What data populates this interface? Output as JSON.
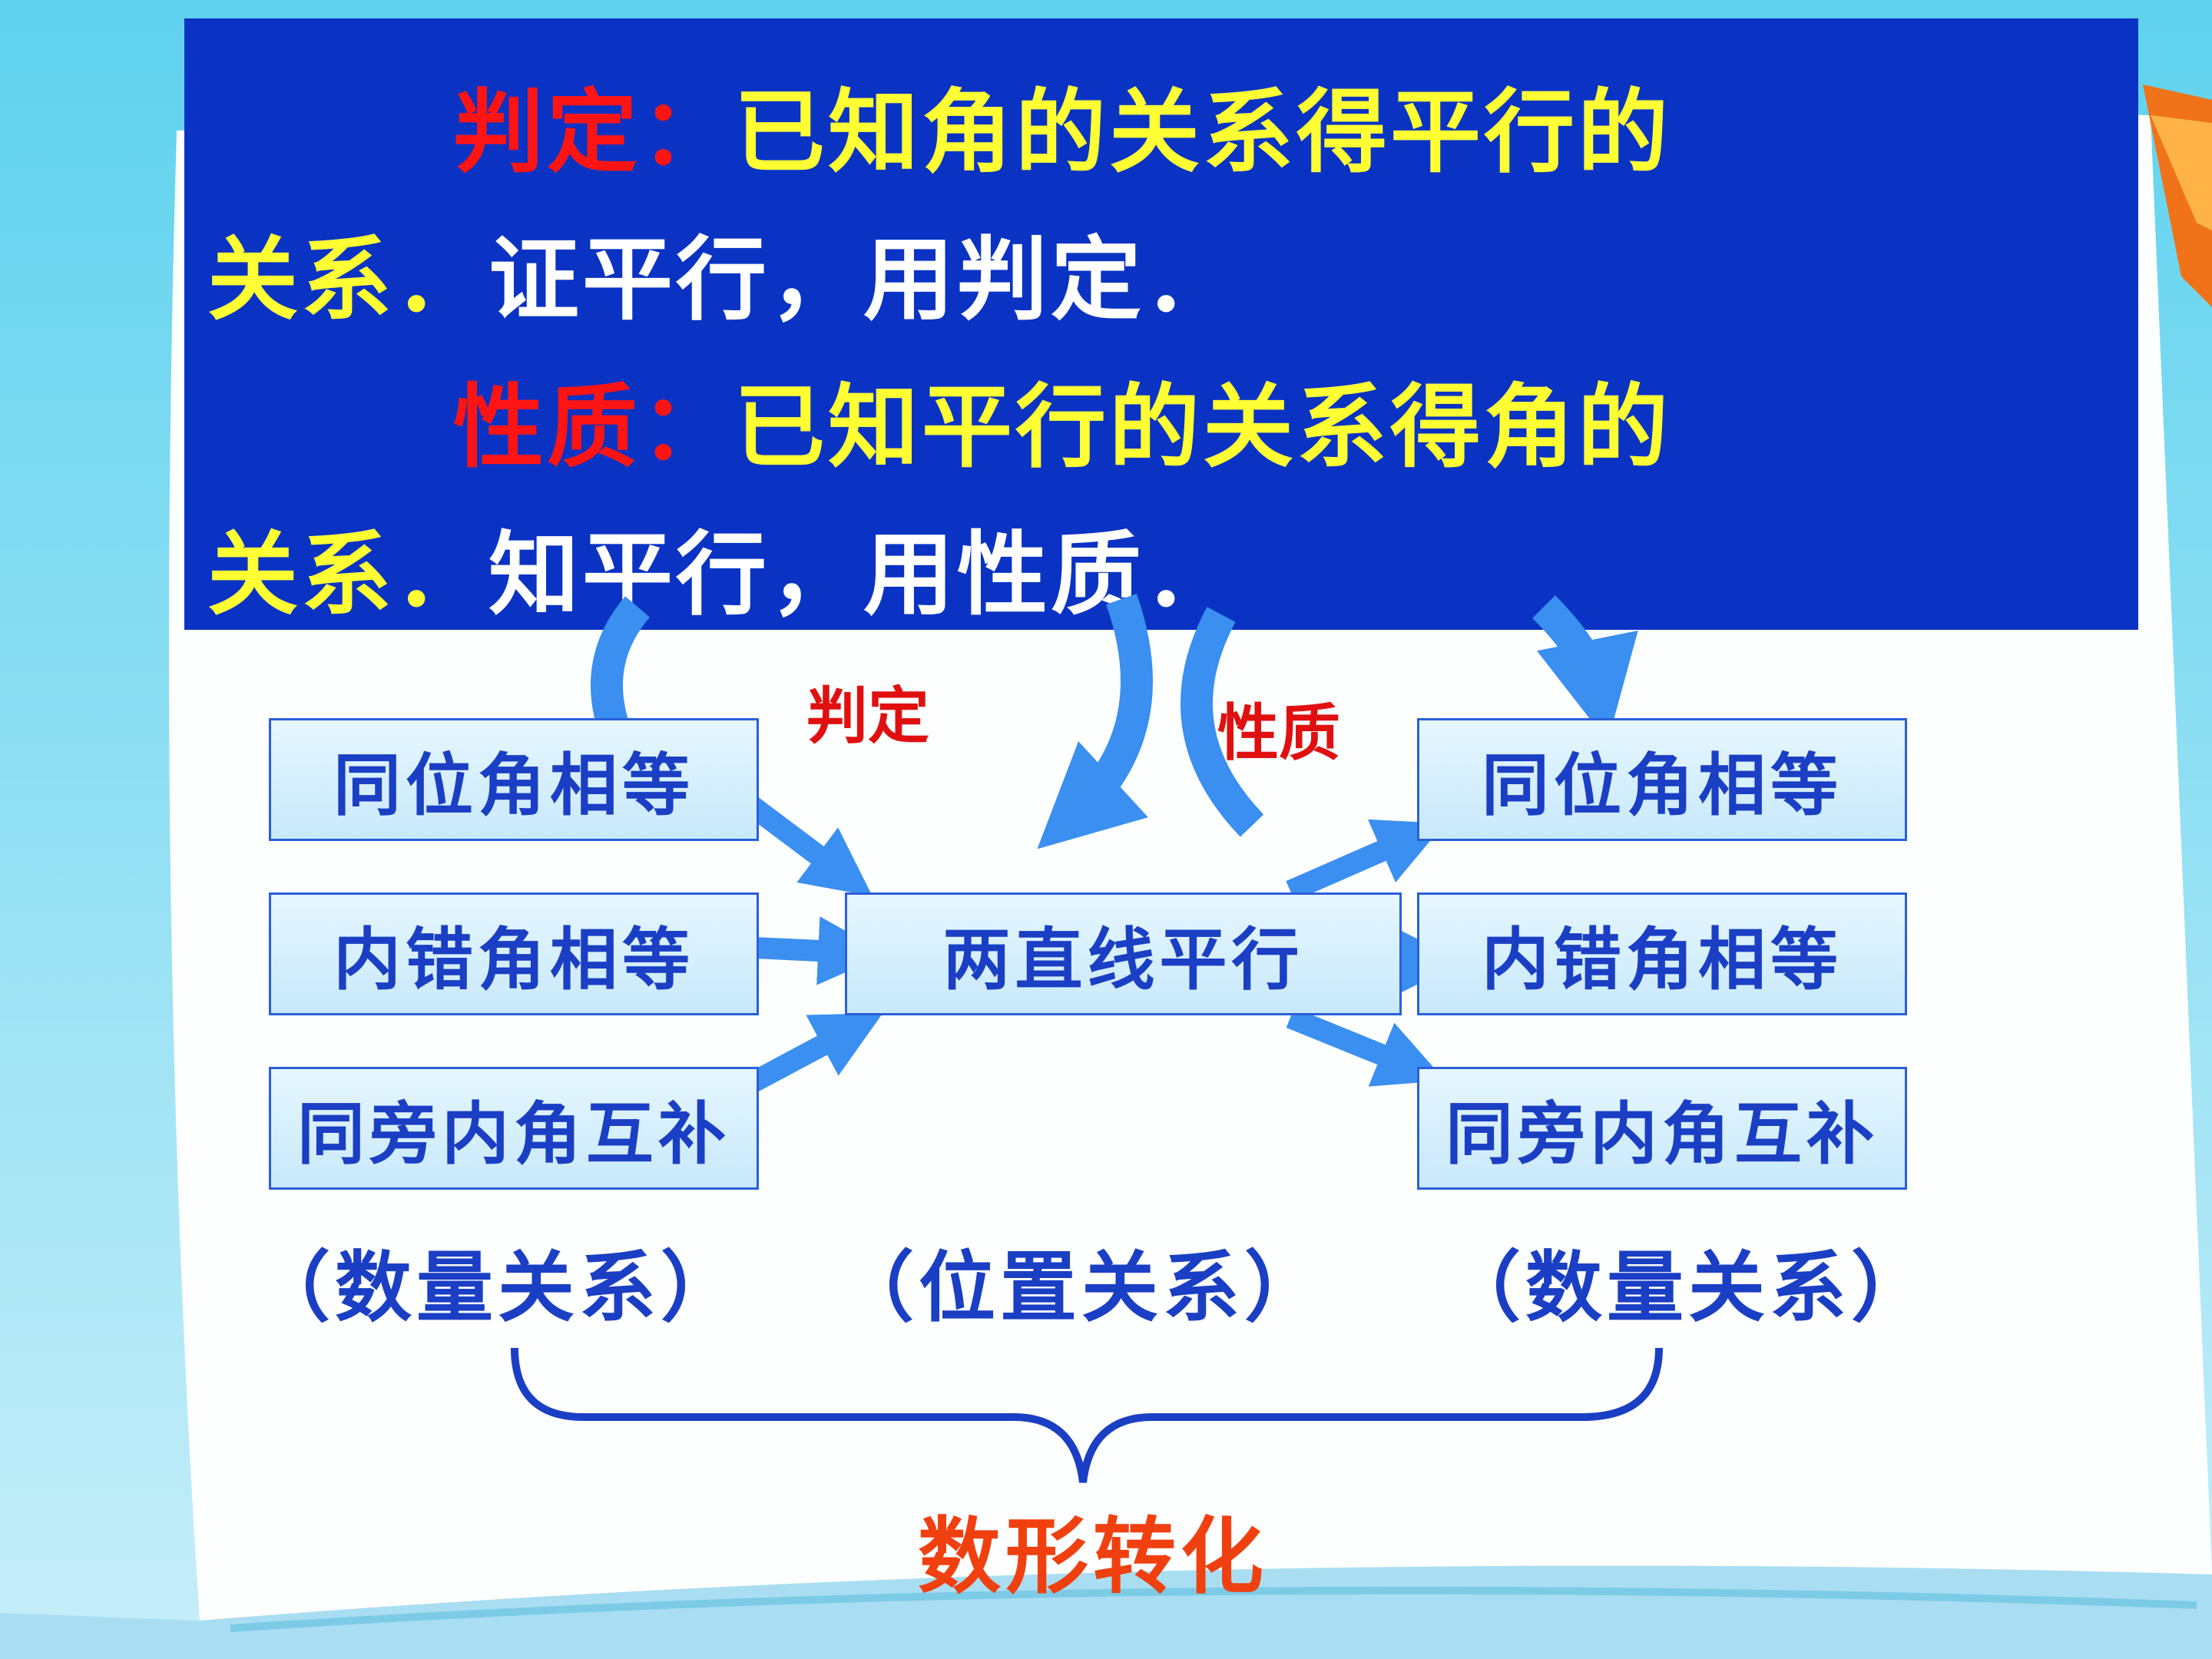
{
  "banner": {
    "line1": {
      "label": "判定：",
      "text": "已知角的关系得平行的"
    },
    "line2": {
      "text": "关系．",
      "note": "证平行，用判定．"
    },
    "line3": {
      "label": "性质：",
      "text": "已知平行的关系得角的"
    },
    "line4": {
      "text": "关系．",
      "note": "知平行，用性质．"
    }
  },
  "diagram": {
    "left_boxes": [
      "同位角相等",
      "内错角相等",
      "同旁内角互补"
    ],
    "center_box": "两直线平行",
    "right_boxes": [
      "同位角相等",
      "内错角相等",
      "同旁内角互补"
    ],
    "arrow_label_judge": "判定",
    "arrow_label_property": "性质",
    "left_group": "（数量关系）",
    "center_group": "（位置关系）",
    "right_group": "（数量关系）",
    "bottom_label": "数形转化"
  },
  "colors": {
    "banner_bg": "#0a33c4",
    "label_red": "#ff1414",
    "text_yellow": "#ffff33",
    "arrow_blue": "#3a8ff0"
  }
}
